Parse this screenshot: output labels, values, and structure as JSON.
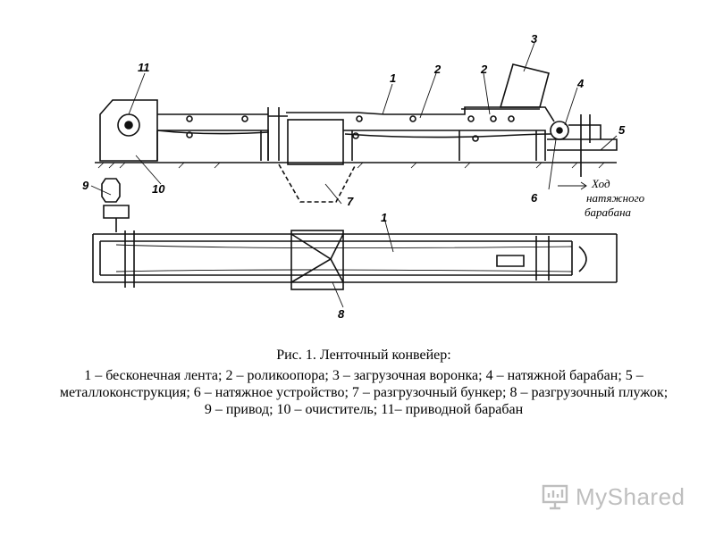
{
  "figure": {
    "labels": {
      "l1_top": "1",
      "l2_a": "2",
      "l2_b": "2",
      "l3": "3",
      "l4": "4",
      "l5": "5",
      "l6": "6",
      "l7": "7",
      "l1_bottom": "1",
      "l8": "8",
      "l9": "9",
      "l10": "10",
      "l11": "11",
      "travel_line1": "Ход",
      "travel_line2": "натяжного",
      "travel_line3": "барабана"
    }
  },
  "caption": {
    "title": "Рис. 1. Ленточный конвейер:",
    "body": "1 – бесконечная лента; 2 – роликоопора; 3 – загрузочная воронка; 4 – натяжной барабан; 5 – металлоконструкция; 6 – натяжное устройство; 7 – разгрузочный бункер; 8 – разгрузочный плужок; 9 – привод; 10 – очиститель; 11– приводной барабан"
  },
  "watermark": {
    "text": "MyShared",
    "icon": "presentation-board-icon",
    "color": "#8a8a8a"
  }
}
